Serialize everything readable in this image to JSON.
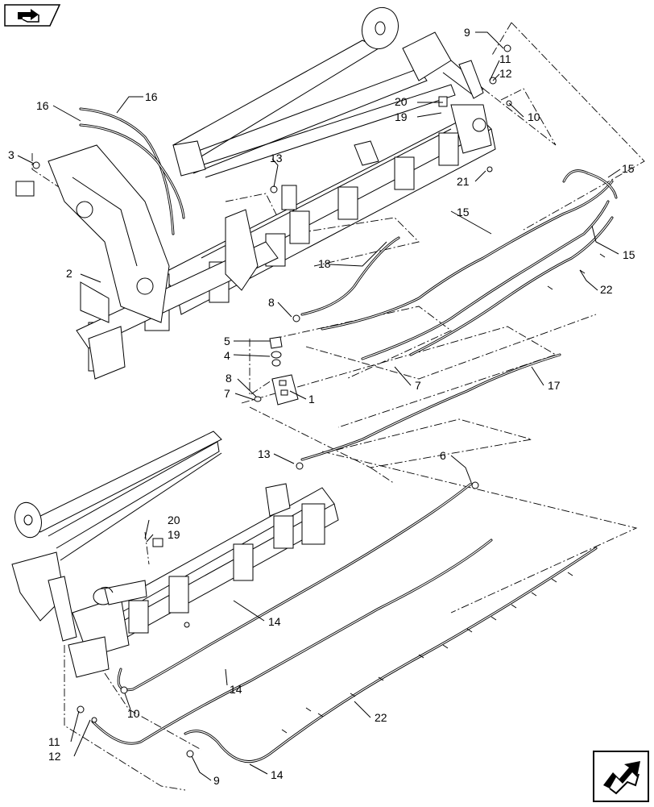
{
  "callouts": {
    "c1": "1",
    "c2": "2",
    "c3": "3",
    "c4": "4",
    "c5": "5",
    "c6": "6",
    "c7a": "7",
    "c7b": "7",
    "c8a": "8",
    "c8b": "8",
    "c9a": "9",
    "c9b": "9",
    "c10a": "10",
    "c10b": "10",
    "c11a": "11",
    "c11b": "11",
    "c12a": "12",
    "c12b": "12",
    "c13a": "13",
    "c13b": "13",
    "c14a": "14",
    "c14b": "14",
    "c14c": "14",
    "c15a": "15",
    "c15b": "15",
    "c15c": "15",
    "c16a": "16",
    "c16b": "16",
    "c17": "17",
    "c18": "18",
    "c19a": "19",
    "c19b": "19",
    "c20a": "20",
    "c20b": "20",
    "c21": "21",
    "c22a": "22",
    "c22b": "22"
  },
  "icons": {
    "top_left": "previous-page-icon",
    "bottom_right": "next-page-icon"
  }
}
